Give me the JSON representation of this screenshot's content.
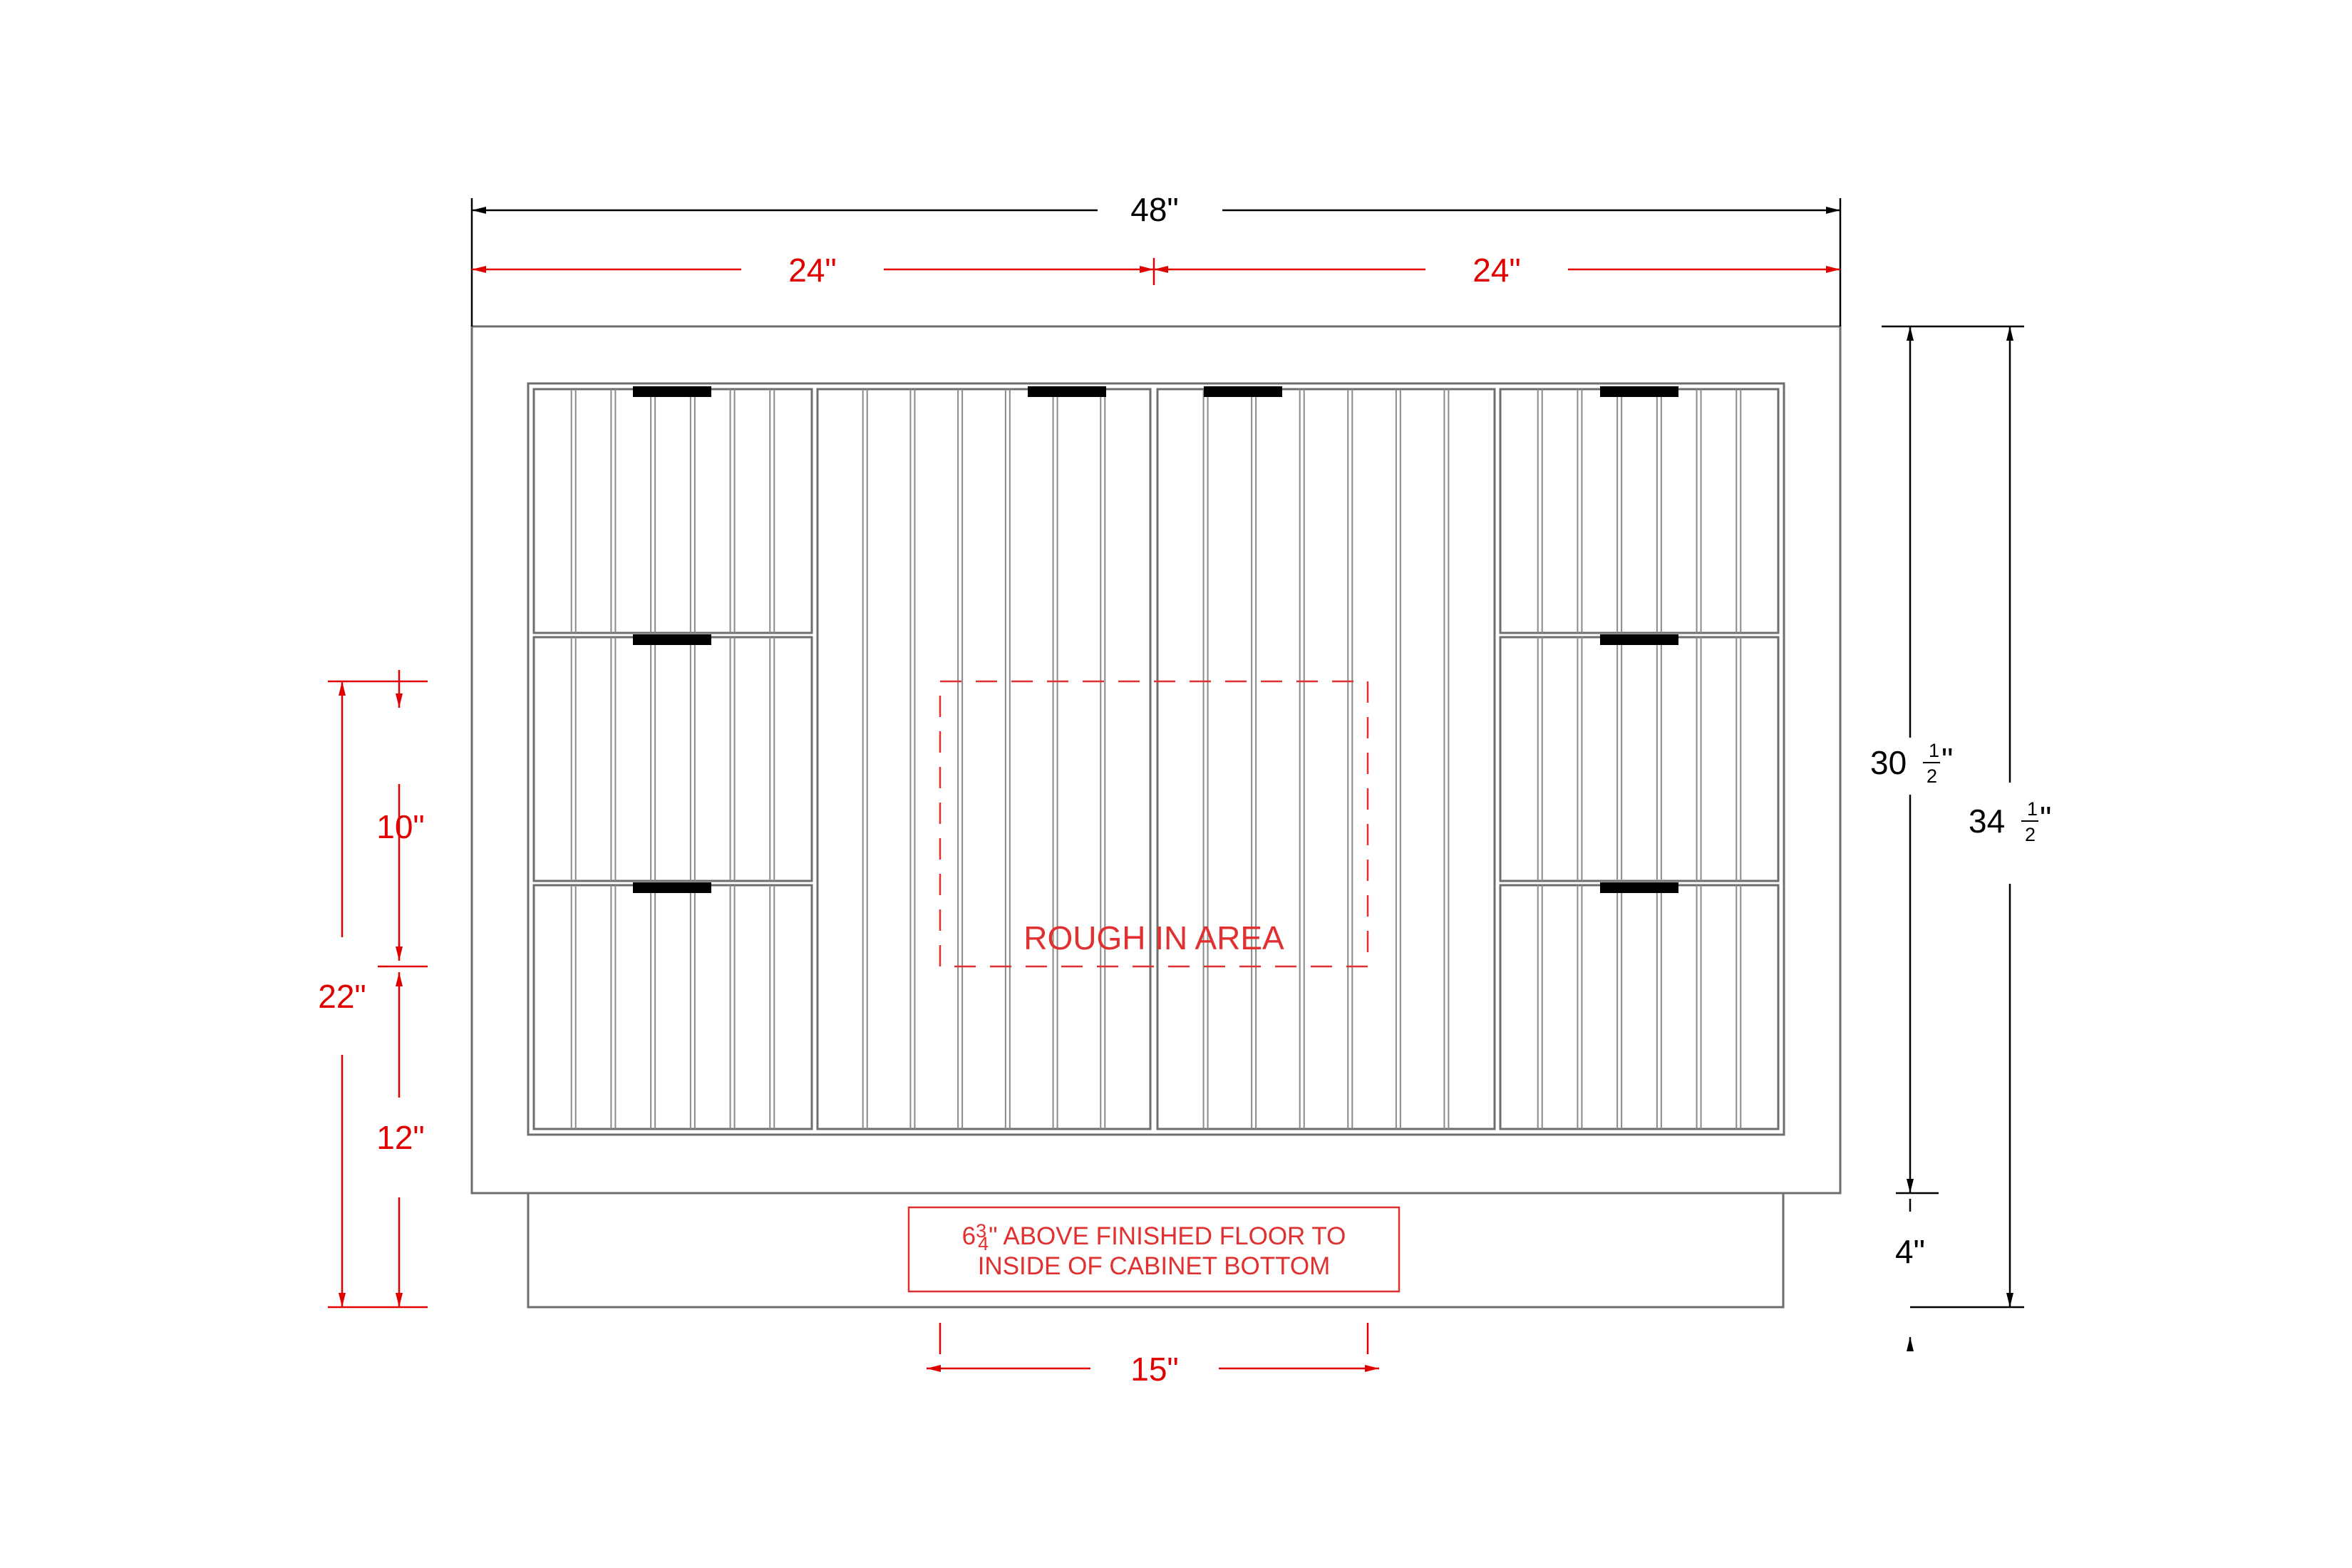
{
  "dimensions": {
    "overall_width": "48\"",
    "left_half_width": "24\"",
    "right_half_width": "24\"",
    "cabinet_height": {
      "whole": "30",
      "numerator": "1",
      "denominator": "2",
      "unit": "\""
    },
    "total_height": {
      "whole": "34",
      "numerator": "1",
      "denominator": "2",
      "unit": "\""
    },
    "toe_kick_height": "4\"",
    "rough_in_upper": "10\"",
    "rough_in_lower": "12\"",
    "rough_in_total": "22\"",
    "rough_in_width": "15\""
  },
  "labels": {
    "rough_in_area": "ROUGH IN AREA",
    "floor_note": {
      "whole": "6",
      "numerator": "3",
      "denominator": "4",
      "line1_rest": "\" ABOVE FINISHED FLOOR TO",
      "line2": "INSIDE OF CABINET BOTTOM"
    }
  },
  "cabinet": {
    "left_drawer_count": 3,
    "right_drawer_count": 3,
    "center_door_count": 2,
    "slats_per_panel": 7
  },
  "colors": {
    "outline": "#6e6e6e",
    "slat": "#8a8a8a",
    "handle": "#000000",
    "black_dimension": "#000000",
    "red_dimension": "#e00000",
    "red_annotation": "#e03030"
  }
}
